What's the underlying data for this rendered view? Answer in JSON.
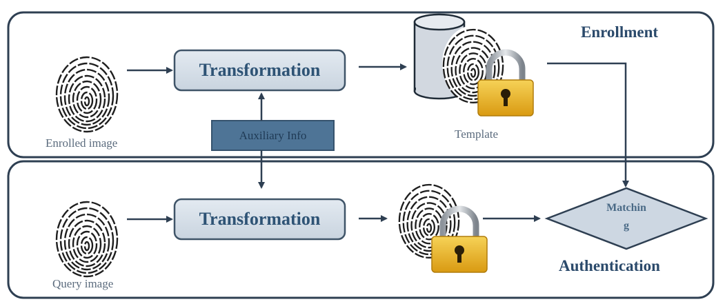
{
  "sections": {
    "enrollment": {
      "title": "Enrollment"
    },
    "authentication": {
      "title": "Authentication"
    }
  },
  "nodes": {
    "enrolled_image": {
      "label": "Enrolled image"
    },
    "query_image": {
      "label": "Query image"
    },
    "transformation_top": {
      "label": "Transformation"
    },
    "transformation_bottom": {
      "label": "Transformation"
    },
    "auxiliary_info": {
      "label": "Auxiliary Info"
    },
    "template": {
      "label": "Template"
    },
    "matching": {
      "line1": "Matchin",
      "line2": "g"
    }
  },
  "colors": {
    "panel_border": "#2e3f52",
    "box_fill": "#d6dfe8",
    "box_border": "#3f5468",
    "aux_fill": "#4e7496",
    "diamond_fill": "#cdd7e2",
    "arrow": "#2e3f52",
    "lock_gold": "#e8b52a",
    "cylinder_fill": "#d2d8e0"
  },
  "icons": [
    "fingerprint-icon",
    "lock-icon",
    "database-cylinder-icon"
  ]
}
